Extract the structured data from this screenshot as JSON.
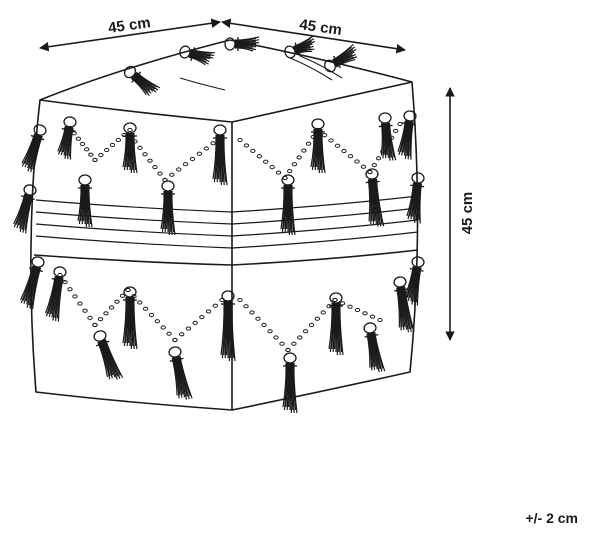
{
  "dimensions": {
    "width_left": "45 cm",
    "width_right": "45 cm",
    "height": "45 cm"
  },
  "tolerance": "+/- 2 cm",
  "colors": {
    "line": "#1a1a1a",
    "background": "#ffffff"
  }
}
